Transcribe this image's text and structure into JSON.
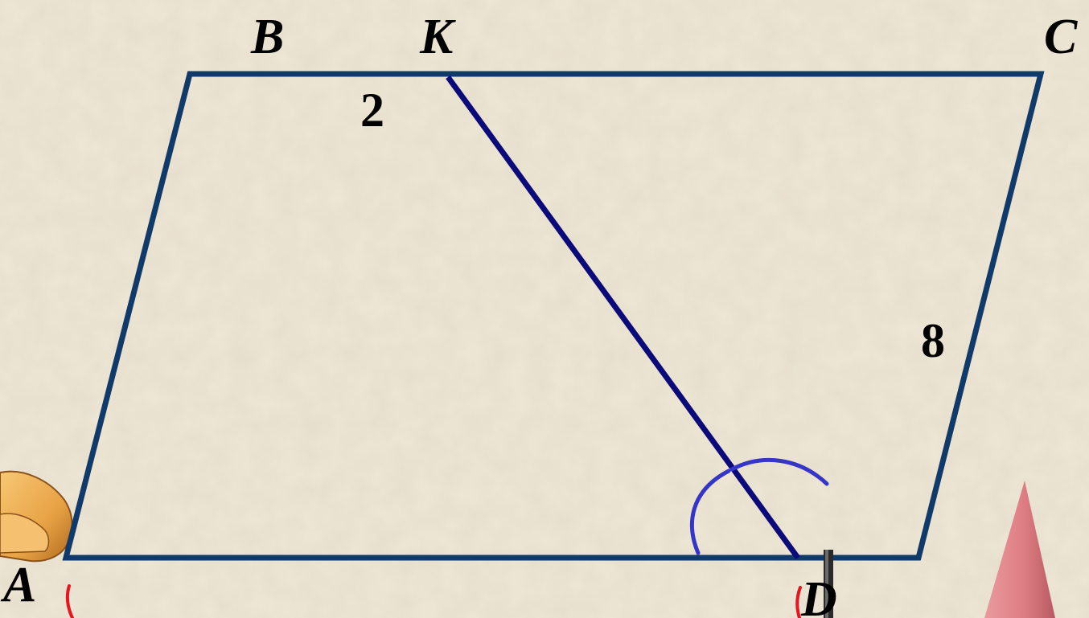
{
  "diagram": {
    "vertex_labels": {
      "A": "A",
      "B": "B",
      "K": "K",
      "C": "C",
      "D": "D"
    },
    "measure_labels": {
      "bk": "2",
      "cd": "8"
    }
  },
  "colors": {
    "background": "#EFE7D6",
    "parallelogram_stroke": "#0F3A6A",
    "segment_stroke": "#0A0A7A",
    "construction_arc": "#3535C8",
    "angle_mark": "#E8141E",
    "cone_fill": "#DE7E84",
    "tool_handle": "#E8A245"
  },
  "icons": {
    "compass_tip": "pencil-tip-icon",
    "cone": "cone-shape-icon",
    "tool_handle": "compass-handle-icon"
  }
}
